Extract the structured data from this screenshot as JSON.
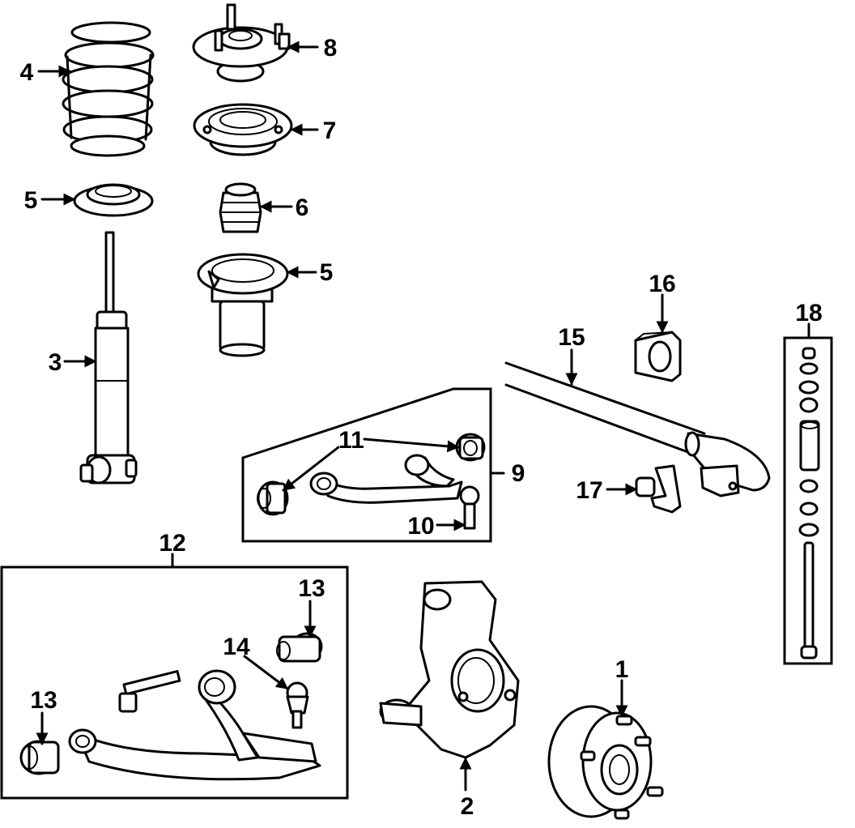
{
  "callouts": {
    "c1": "1",
    "c2": "2",
    "c3": "3",
    "c4": "4",
    "c5a": "5",
    "c5b": "5",
    "c6": "6",
    "c7": "7",
    "c8": "8",
    "c9": "9",
    "c10": "10",
    "c11": "11",
    "c12": "12",
    "c13a": "13",
    "c13b": "13",
    "c14": "14",
    "c15": "15",
    "c16": "16",
    "c17": "17",
    "c18": "18"
  }
}
